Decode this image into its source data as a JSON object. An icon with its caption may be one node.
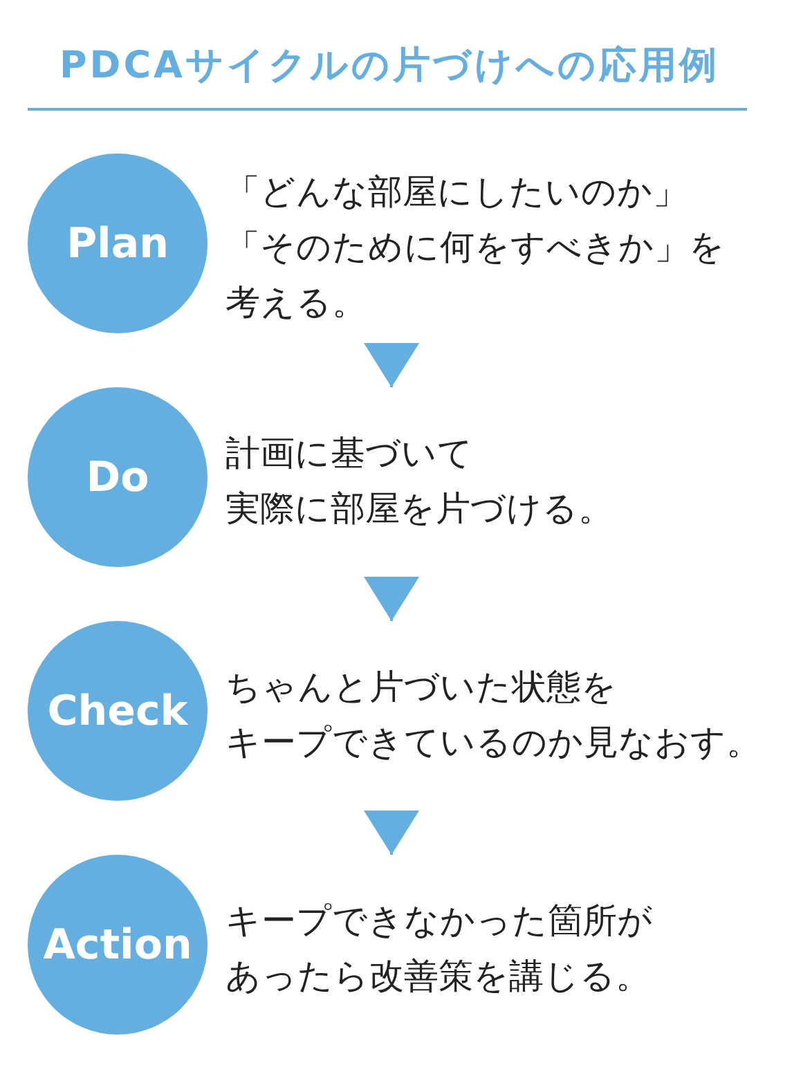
{
  "diagram": {
    "title": "PDCAサイクルの片づけへの応用例",
    "nodes": [
      {
        "text": [
          "Plan"
        ],
        "beside": [
          "「どんな部屋にしたいのか」「そのために何をすべきか」を考える。"
        ]
      },
      {
        "text": [
          "Do"
        ],
        "beside": [
          "計画に基づいて実際に部屋を片づける。"
        ]
      },
      {
        "text": [
          "Check"
        ],
        "beside": [
          "ちゃんと片づいた状態をキープできているのか見なおす。"
        ]
      },
      {
        "text": [
          "Action"
        ],
        "beside": [
          "キープできなかった箇所があったら改善策を講じる。"
        ]
      }
    ],
    "edges": [
      {
        "from": 0,
        "to": 1,
        "arrow": "to"
      },
      {
        "from": 1,
        "to": 2,
        "arrow": "to"
      },
      {
        "from": 2,
        "to": 3,
        "arrow": "to"
      }
    ]
  }
}
